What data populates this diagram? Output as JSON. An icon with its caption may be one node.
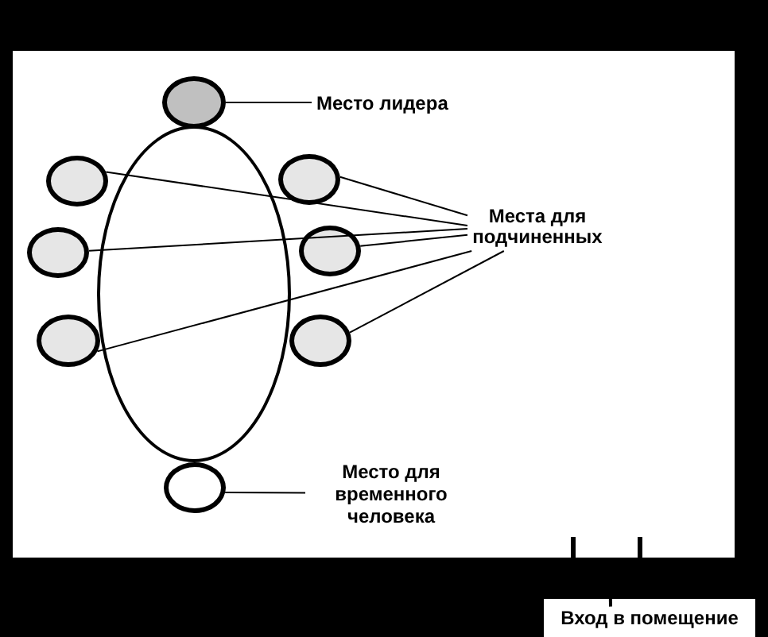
{
  "diagram": {
    "nodes": [
      {
        "text": [],
        "shape": "circle"
      },
      {
        "text": [
          "Место лидера"
        ]
      },
      {
        "text": [],
        "shape": "ellipse"
      },
      {
        "text": [],
        "shape": "circle"
      },
      {
        "text": [],
        "shape": "circle"
      },
      {
        "text": [],
        "shape": "circle"
      },
      {
        "text": [],
        "shape": "circle"
      },
      {
        "text": [],
        "shape": "circle"
      },
      {
        "text": [],
        "shape": "circle"
      },
      {
        "text": [
          "Места для подчиненных"
        ]
      },
      {
        "text": [],
        "shape": "circle"
      },
      {
        "text": [
          "Место для временного человека"
        ]
      },
      {
        "text": [
          "Вход в помещение"
        ]
      }
    ],
    "edges": [
      {
        "from": 1,
        "to": 0,
        "arrow": "none"
      },
      {
        "from": 9,
        "to": 3,
        "arrow": "none"
      },
      {
        "from": 9,
        "to": 4,
        "arrow": "none"
      },
      {
        "from": 9,
        "to": 5,
        "arrow": "none"
      },
      {
        "from": 9,
        "to": 6,
        "arrow": "none"
      },
      {
        "from": 9,
        "to": 7,
        "arrow": "none"
      },
      {
        "from": 9,
        "to": 8,
        "arrow": "none"
      },
      {
        "from": 11,
        "to": 10,
        "arrow": "none"
      },
      {
        "from": 12,
        "to": null,
        "arrow": "none"
      }
    ]
  }
}
